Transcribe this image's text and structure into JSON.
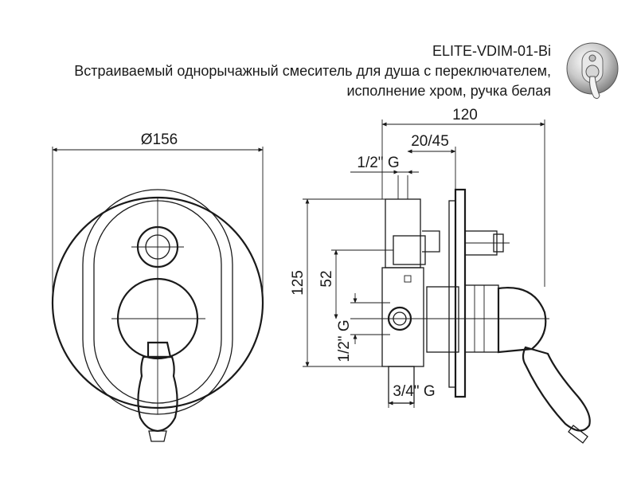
{
  "header": {
    "model": "ELITE-VDIM-01-Bi",
    "line1": "Встраиваемый однорычажный смеситель для душа с переключателем,",
    "line2": "исполнение хром, ручка белая"
  },
  "dimensions": {
    "diameter": "Ø156",
    "depth_total": "120",
    "depth_range": "20/45",
    "thread_top": "1/2\" G",
    "height_total": "125",
    "height_partial": "52",
    "thread_side": "1/2\" G",
    "thread_bottom": "3/4\" G"
  },
  "icons": {
    "product": "faucet-product-thumbnail-icon"
  }
}
